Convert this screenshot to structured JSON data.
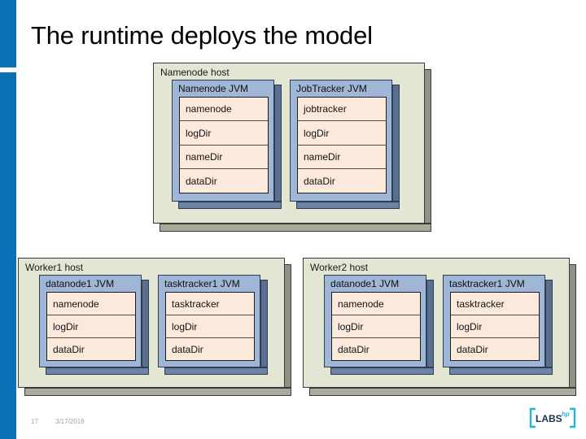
{
  "slide": {
    "title": "The runtime deploys the model",
    "number": "17",
    "date": "3/17/2018",
    "accent_color": "#0c71b4"
  },
  "logo": {
    "name": "LABS",
    "superscript": "hp",
    "bracket_left": "(",
    "bracket_right": ")",
    "color": "#1fb6d8"
  },
  "colors": {
    "host_fill": "#e3e6d2",
    "jvm_fill": "#9fb6d6",
    "attr_fill": "#fbeadc",
    "outline": "#1d1d1d"
  },
  "diagram": {
    "type": "deployment",
    "hosts": [
      {
        "name": "namenode-host",
        "label": "Namenode host",
        "jvms": [
          {
            "name": "namenode-jvm",
            "label": "Namenode JVM",
            "attributes": [
              "namenode",
              "logDir",
              "nameDir",
              "dataDir"
            ]
          },
          {
            "name": "jobtracker-jvm",
            "label": "JobTracker JVM",
            "attributes": [
              "jobtracker",
              "logDir",
              "nameDir",
              "dataDir"
            ]
          }
        ]
      },
      {
        "name": "worker1-host",
        "label": "Worker1 host",
        "jvms": [
          {
            "name": "datanode1-jvm",
            "label": "datanode1 JVM",
            "attributes": [
              "namenode",
              "logDir",
              "dataDir"
            ]
          },
          {
            "name": "tasktracker1-jvm",
            "label": "tasktracker1 JVM",
            "attributes": [
              "tasktracker",
              "logDir",
              "dataDir"
            ]
          }
        ]
      },
      {
        "name": "worker2-host",
        "label": "Worker2 host",
        "jvms": [
          {
            "name": "datanode1-jvm",
            "label": "datanode1 JVM",
            "attributes": [
              "namenode",
              "logDir",
              "dataDir"
            ]
          },
          {
            "name": "tasktracker1-jvm",
            "label": "tasktracker1 JVM",
            "attributes": [
              "tasktracker",
              "logDir",
              "dataDir"
            ]
          }
        ]
      }
    ]
  }
}
